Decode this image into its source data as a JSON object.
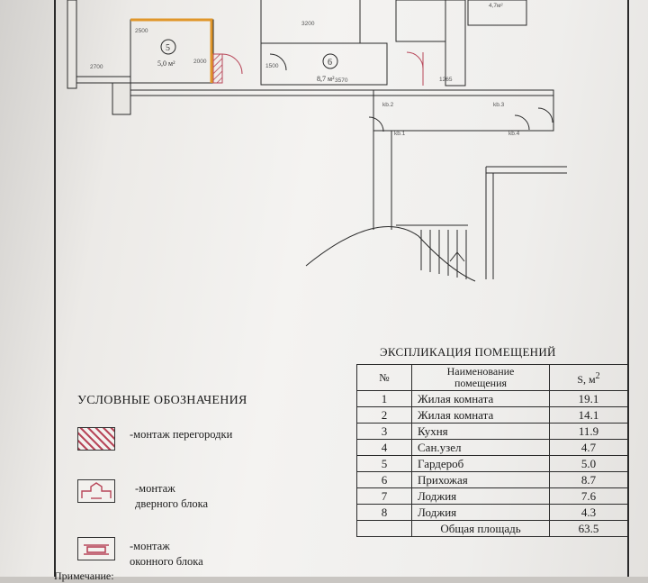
{
  "plan": {
    "room_labels": [
      {
        "num": "5",
        "area": "5,0 м²"
      },
      {
        "num": "6",
        "area": "8,7 м²"
      }
    ],
    "dimension_labels": [
      "2700",
      "2500",
      "2000",
      "1500",
      "3200",
      "4,7м²",
      "1265",
      "3570",
      "kb.2",
      "kb.3",
      "kb.1",
      "kb.4"
    ]
  },
  "legend": {
    "title": "УСЛОВНЫЕ ОБОЗНАЧЕНИЯ",
    "items": [
      {
        "icon": "hatch-partition-icon",
        "label": "-монтаж перегородки"
      },
      {
        "icon": "door-block-icon",
        "label_line1": "-монтаж",
        "label_line2": "дверного блока"
      },
      {
        "icon": "window-block-icon",
        "label_line1": "-монтаж",
        "label_line2": "оконного блока"
      }
    ]
  },
  "explication": {
    "title": "ЭКСПЛИКАЦИЯ ПОМЕЩЕНИЙ",
    "headers": {
      "num": "№",
      "name_line1": "Наименование",
      "name_line2": "помещения",
      "area": "S, м",
      "area_sup": "2"
    },
    "rows": [
      {
        "num": "1",
        "name": "Жилая комната",
        "area": "19.1"
      },
      {
        "num": "2",
        "name": "Жилая комната",
        "area": "14.1"
      },
      {
        "num": "3",
        "name": "Кухня",
        "area": "11.9"
      },
      {
        "num": "4",
        "name": "Сан.узел",
        "area": "4.7"
      },
      {
        "num": "5",
        "name": "Гардероб",
        "area": "5.0"
      },
      {
        "num": "6",
        "name": "Прихожая",
        "area": "8.7"
      },
      {
        "num": "7",
        "name": "Лоджия",
        "area": "7.6"
      },
      {
        "num": "8",
        "name": "Лоджия",
        "area": "4.3"
      }
    ],
    "total": {
      "label": "Общая площадь",
      "area": "63.5"
    }
  },
  "footer": {
    "cut_text": "Примечание:"
  },
  "colors": {
    "ink": "#2a2a2a",
    "hatch": "#b8475a",
    "highlight": "#e0962a"
  }
}
